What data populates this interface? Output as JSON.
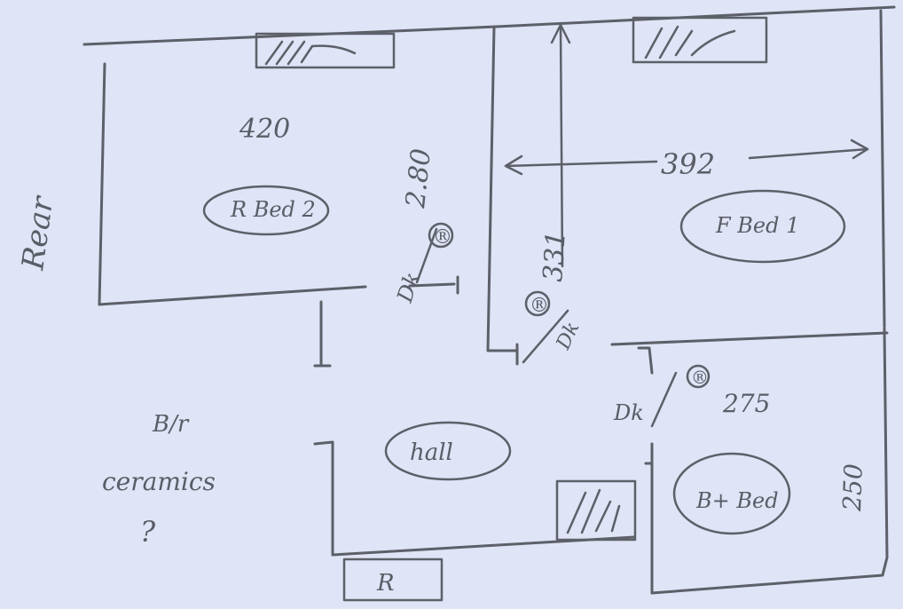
{
  "labels": {
    "rear": "Rear",
    "bed2": "R Bed 2",
    "bed1": "F Bed 1",
    "bed3": "B+ Bed",
    "hall": "hall",
    "bath_line1": "B/r",
    "bath_line2": "ceramics",
    "bath_line3": "?",
    "r": "R",
    "dim_420": "420",
    "dim_280": "2.80",
    "dim_392": "392",
    "dim_331": "331",
    "dim_275": "275",
    "dim_250": "250",
    "door1": "Dk",
    "door2": "Dk",
    "door3": "Dk",
    "socket": "®"
  },
  "colors": {
    "paper": "#dfe4f6",
    "ink": "#5d6068"
  }
}
